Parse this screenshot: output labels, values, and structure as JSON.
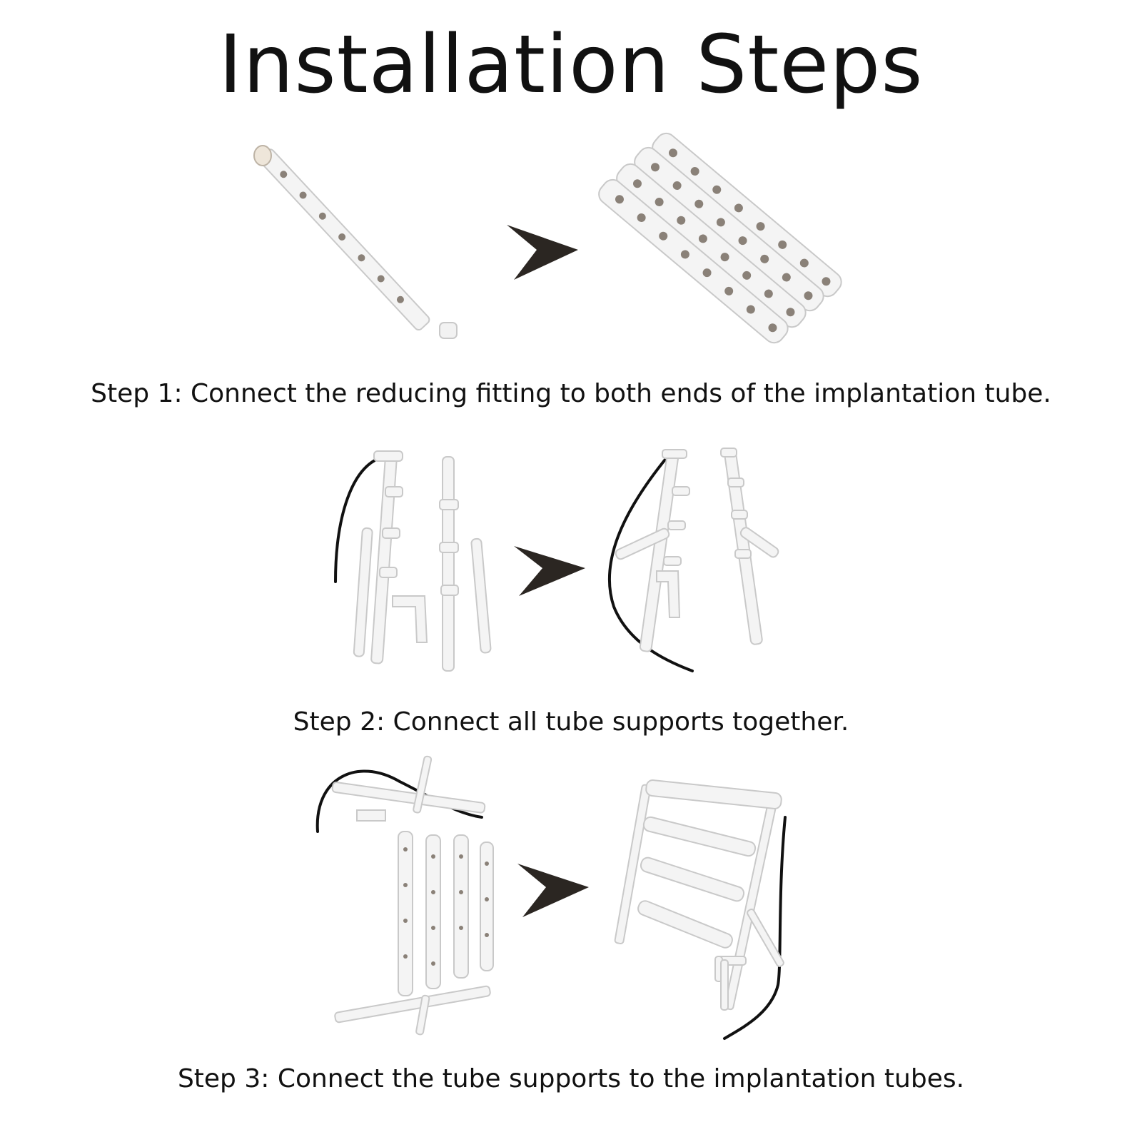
{
  "title": "Installation Steps",
  "steps": [
    {
      "caption": "Step 1: Connect the reducing fitting to both ends of the implantation tube."
    },
    {
      "caption": "Step 2: Connect all tube supports together."
    },
    {
      "caption": "Step 3: Connect the tube supports to the implantation tubes."
    }
  ],
  "icons": {
    "arrow": "arrow-right-icon"
  },
  "colors": {
    "arrow": "#2b2622",
    "pipe": "#f4f4f4",
    "wire": "#111111",
    "hole": "#8a8178"
  }
}
